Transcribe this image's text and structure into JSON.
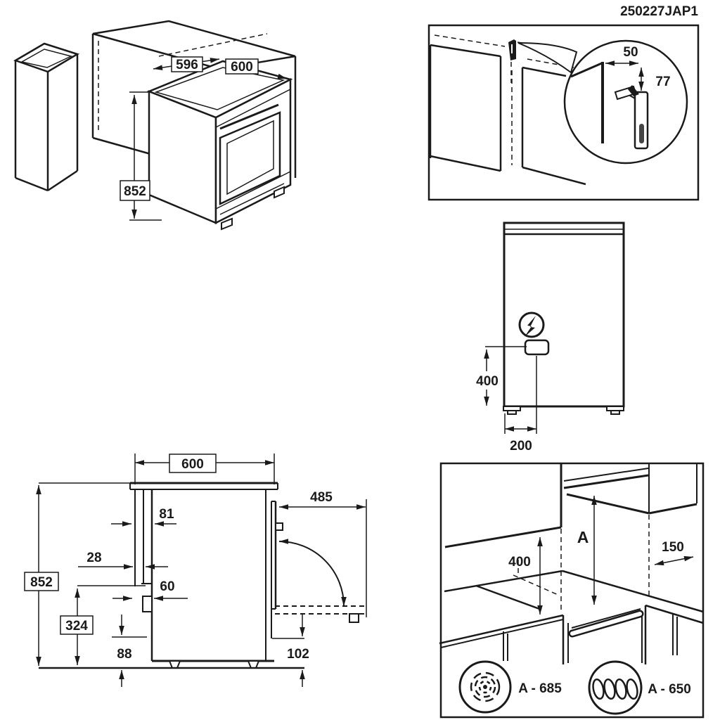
{
  "title_code": "250227JAP1",
  "colors": {
    "ink": "#1a1a1a",
    "background": "#ffffff"
  },
  "iso_view": {
    "gap_width": "596",
    "top_width": "600",
    "height": "852"
  },
  "bracket_detail": {
    "side_offset": "50",
    "top_offset": "77"
  },
  "rear_view": {
    "connection_height": "400",
    "connection_offset": "200"
  },
  "side_view": {
    "width": "600",
    "height": "852",
    "rear_top_depth": "81",
    "rear_gap": "28",
    "rear_lower_depth": "60",
    "lower_rear_height": "324",
    "rear_clearance": "88",
    "open_door_depth": "485",
    "front_clearance": "102"
  },
  "clearance_view": {
    "worktop_clearance": "400",
    "hood_clearance": "A",
    "side_distance": "150",
    "legend": [
      {
        "icon": "fan-oven-icon",
        "label": "A - 685"
      },
      {
        "icon": "coil-oven-icon",
        "label": "A - 650"
      }
    ]
  }
}
